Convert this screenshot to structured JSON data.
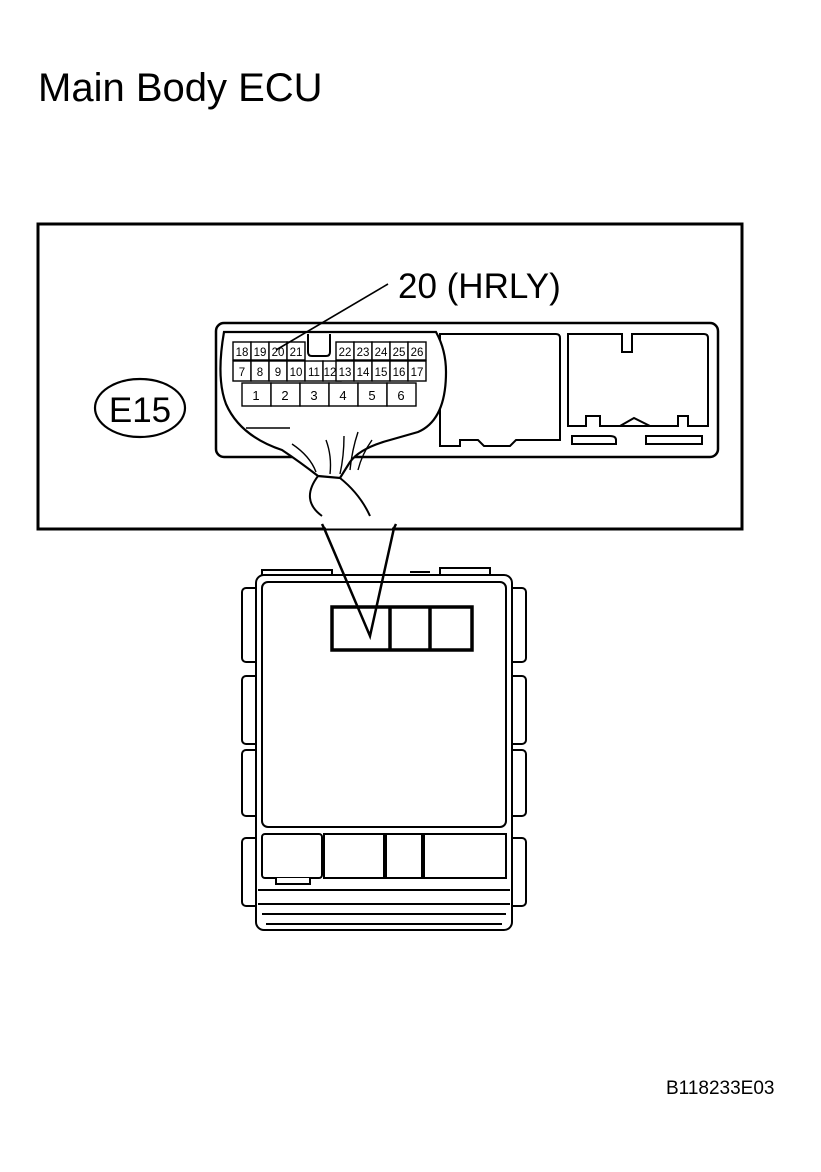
{
  "title": "Main Body ECU",
  "connector": {
    "code": "E15",
    "callout": "20 (HRLY)",
    "top_row": [
      "18",
      "19",
      "20",
      "21",
      "22",
      "23",
      "24",
      "25",
      "26"
    ],
    "middle_row": [
      "7",
      "8",
      "9",
      "10",
      "11",
      "12",
      "13",
      "14",
      "15",
      "16",
      "17"
    ],
    "bottom_row": [
      "1",
      "2",
      "3",
      "4",
      "5",
      "6"
    ]
  },
  "figure_id": "B118233E03"
}
